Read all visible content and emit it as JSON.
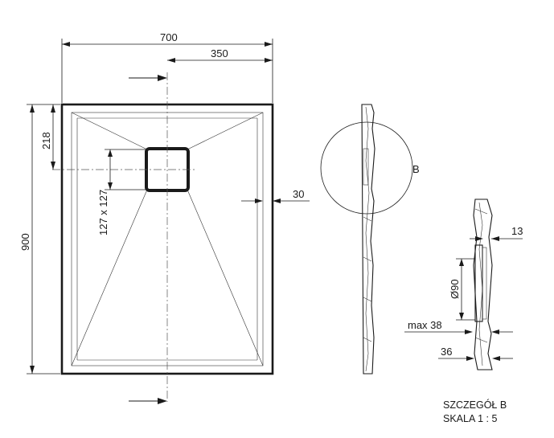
{
  "dimensions": {
    "width": "700",
    "half_width": "350",
    "height": "900",
    "drain_offset": "218",
    "drain_size": "127 x 127",
    "border": "30",
    "lip": "13",
    "drain_diameter": "Ø90",
    "max_height": "max 38",
    "thickness": "36"
  },
  "labels": {
    "detail_marker": "B",
    "detail_title": "SZCZEGÓŁ B",
    "detail_scale": "SKALA 1 : 5"
  }
}
